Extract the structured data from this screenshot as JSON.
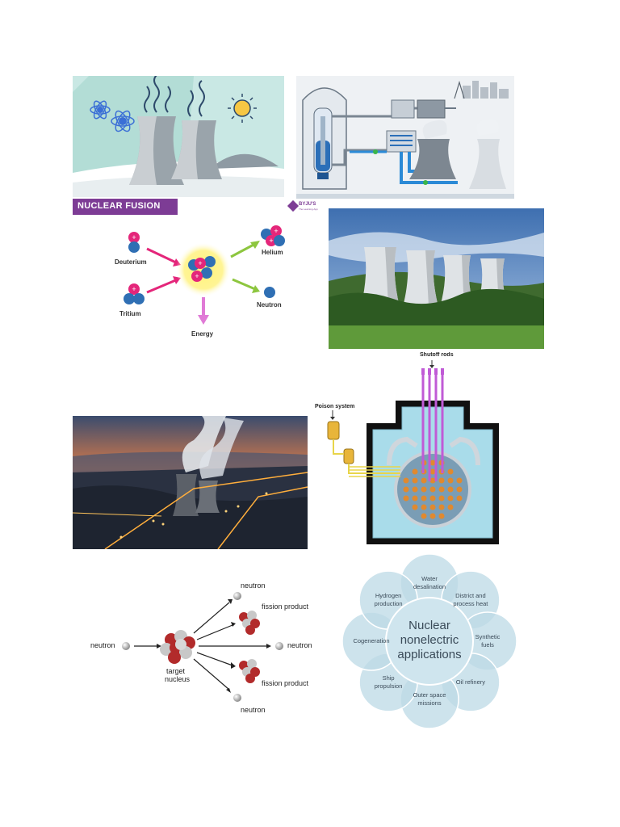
{
  "fusion": {
    "banner": "NUCLEAR FUSION",
    "brand": "BYJU'S",
    "brand_tagline": "The Learning App",
    "deuterium": "Deuterium",
    "tritium": "Tritium",
    "helium": "Helium",
    "neutron": "Neutron",
    "energy": "Energy"
  },
  "reactor_core": {
    "shutoff_rods": "Shutoff rods",
    "poison_system": "Poison system"
  },
  "fission": {
    "neutron_in": "neutron",
    "neutron_top": "neutron",
    "fission_product_top": "fission product",
    "neutron_mid": "neutron",
    "fission_product_bottom": "fission product",
    "neutron_bottom": "neutron",
    "target_line1": "target",
    "target_line2": "nucleus"
  },
  "nonelectric": {
    "center_line1": "Nuclear",
    "center_line2": "nonelectric",
    "center_line3": "applications",
    "petals": [
      {
        "line1": "Water",
        "line2": "desalination"
      },
      {
        "line1": "District and",
        "line2": "process heat"
      },
      {
        "line1": "Synthetic",
        "line2": "fuels"
      },
      {
        "line1": "Oil refinery",
        "line2": ""
      },
      {
        "line1": "Outer space",
        "line2": "missions"
      },
      {
        "line1": "Ship",
        "line2": "propulsion"
      },
      {
        "line1": "Cogeneration",
        "line2": ""
      },
      {
        "line1": "Hydrogen",
        "line2": "production"
      }
    ]
  }
}
